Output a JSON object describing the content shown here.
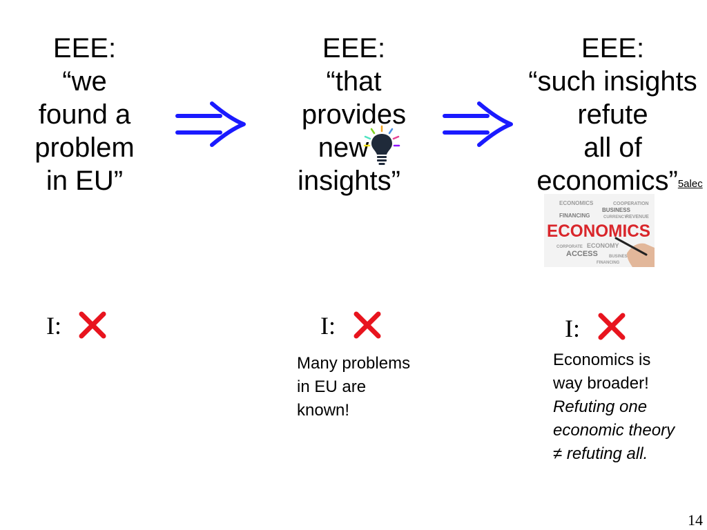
{
  "columns": [
    {
      "lines": [
        "EEE:",
        "“we",
        "found a",
        "problem",
        "in EU”"
      ]
    },
    {
      "lines": [
        "EEE:",
        "“that",
        "provides",
        "new",
        "insights”"
      ]
    },
    {
      "lines": [
        "EEE:",
        "“such insights",
        "refute",
        "all of",
        "economics”"
      ],
      "footnote": "5alec"
    }
  ],
  "image_word_cloud": {
    "main": "ECONOMICS",
    "words": [
      "ECONOMICS",
      "BUSINESS",
      "COOPERATION",
      "FINANCING",
      "CURRENCY",
      "REVENUE",
      "ECONOMY",
      "CORPORATE",
      "ACCESS",
      "BUSINESS",
      "FINANCING"
    ]
  },
  "verdicts": [
    {
      "label": "I:",
      "note_lines": []
    },
    {
      "label": "I:",
      "note_lines": [
        "Many problems",
        "in EU are",
        "known!"
      ]
    },
    {
      "label": "I:",
      "note_lines": [
        "Economics is",
        "way broader!"
      ],
      "note_italic_lines": [
        "Refuting one",
        "economic theory",
        "≠ refuting all."
      ]
    }
  ],
  "page_number": "14",
  "colors": {
    "arrow": "#1a1aff",
    "cross": "#e8141e"
  },
  "icons": [
    "implies-arrow-icon",
    "lightbulb-icon",
    "cross-icon"
  ]
}
